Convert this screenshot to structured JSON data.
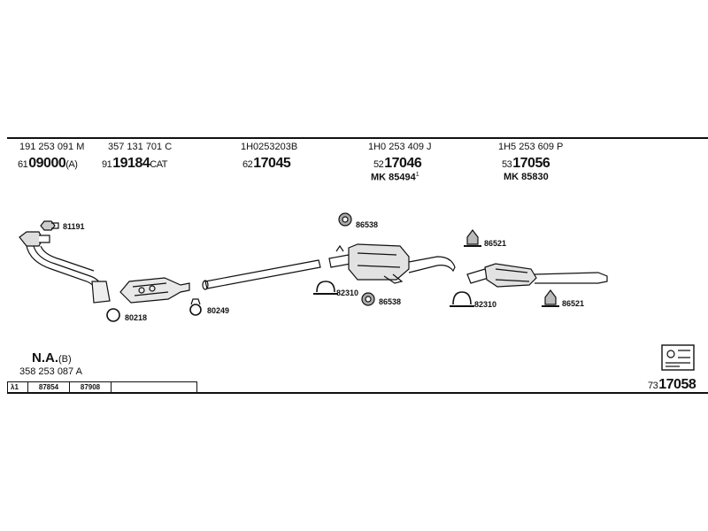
{
  "columns": [
    {
      "oe": "191 253 091 M",
      "prefix": "61",
      "number": "09000",
      "suffix": "(A)",
      "mk": ""
    },
    {
      "oe": "357 131 701 C",
      "prefix": "91",
      "number": "19184",
      "suffix": "CAT",
      "mk": ""
    },
    {
      "oe": "1H0253203B",
      "prefix": "62",
      "number": "17045",
      "suffix": "",
      "mk": ""
    },
    {
      "oe": "1H0 253 409 J",
      "prefix": "52",
      "number": "17046",
      "suffix": "",
      "mk": "MK 85494",
      "mk_sup": "1"
    },
    {
      "oe": "1H5 253 609 P",
      "prefix": "53",
      "number": "17056",
      "suffix": "",
      "mk": "MK 85830"
    }
  ],
  "parts": {
    "p81191": "81191",
    "p80218": "80218",
    "p80249": "80249",
    "p86538a": "86538",
    "p82310a": "82310",
    "p86538b": "86538",
    "p82310b": "82310",
    "p86521a": "86521",
    "p86521b": "86521"
  },
  "na": {
    "label": "N.A.",
    "suffix": "(B)",
    "oe": "358 253 087 A"
  },
  "lambda": {
    "symbol": "λ1",
    "cells": [
      "87854",
      "87908"
    ]
  },
  "kit": {
    "prefix": "73",
    "number": "17058"
  }
}
